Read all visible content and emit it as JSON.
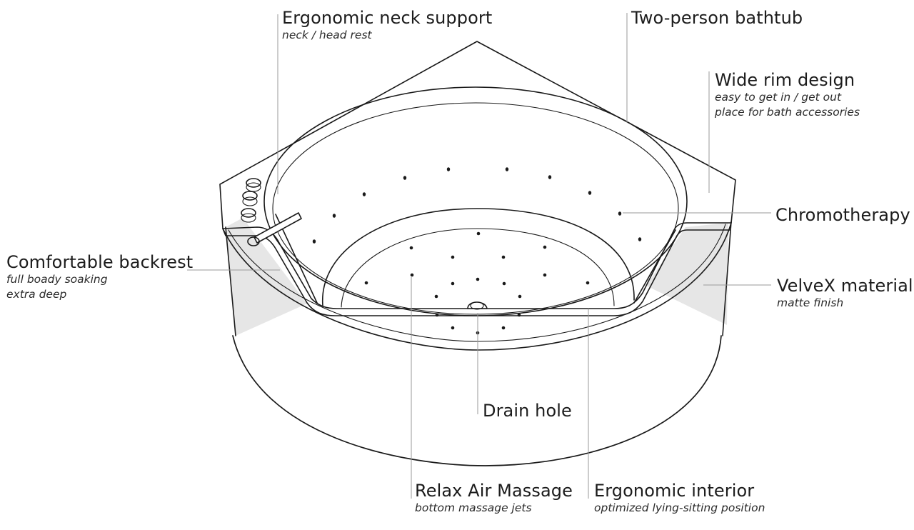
{
  "labels": {
    "neck_support": {
      "title": "Ergonomic neck support",
      "sub": [
        "neck / head rest"
      ]
    },
    "two_person": {
      "title": "Two-person bathtub",
      "sub": []
    },
    "wide_rim": {
      "title": "Wide rim design",
      "sub": [
        "easy to get in / get out",
        "place for bath accessories"
      ]
    },
    "chromotherapy": {
      "title": "Chromotherapy",
      "sub": []
    },
    "backrest": {
      "title": "Comfortable backrest",
      "sub": [
        "full boady soaking",
        "extra deep"
      ]
    },
    "velvex": {
      "title": "VelveX material",
      "sub": [
        "matte finish"
      ]
    },
    "drain": {
      "title": "Drain hole",
      "sub": []
    },
    "air_massage": {
      "title": "Relax Air Massage",
      "sub": [
        "bottom massage jets"
      ]
    },
    "interior": {
      "title": "Ergonomic interior",
      "sub": [
        "optimized lying-sitting position"
      ]
    }
  },
  "colors": {
    "line": "#1a1a1a",
    "leader": "#9a9a9a",
    "shade": "#e4e4e4"
  }
}
